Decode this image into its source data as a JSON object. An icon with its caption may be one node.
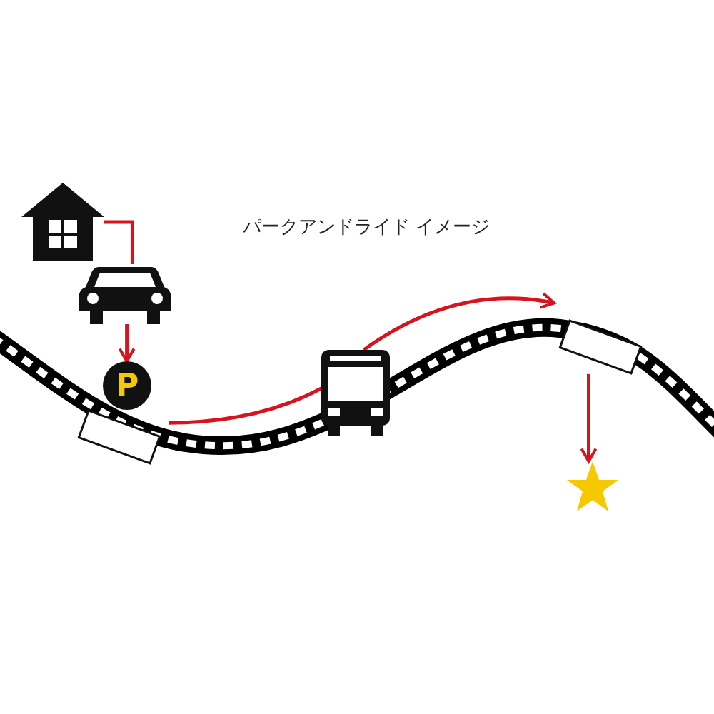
{
  "diagram": {
    "title": "パークアンドライド イメージ",
    "nodes": [
      {
        "text": [],
        "shape": "house"
      },
      {
        "text": [],
        "shape": "car"
      },
      {
        "text": [
          "P"
        ]
      },
      {
        "text": [],
        "shape": "box"
      },
      {
        "text": [],
        "shape": "bus"
      },
      {
        "text": [],
        "shape": "box"
      },
      {
        "text": [],
        "shape": "star"
      }
    ],
    "edges": [
      {
        "from": 0,
        "to": 1,
        "arrow": "none",
        "color": "#d7141e"
      },
      {
        "from": 1,
        "to": 2,
        "arrow": "to",
        "color": "#d7141e"
      },
      {
        "from": 3,
        "to": 4,
        "arrow": "none",
        "color": "#d7141e"
      },
      {
        "from": 4,
        "to": 5,
        "arrow": "to",
        "color": "#d7141e"
      },
      {
        "from": 5,
        "to": 6,
        "arrow": "to",
        "color": "#d7141e"
      }
    ]
  }
}
